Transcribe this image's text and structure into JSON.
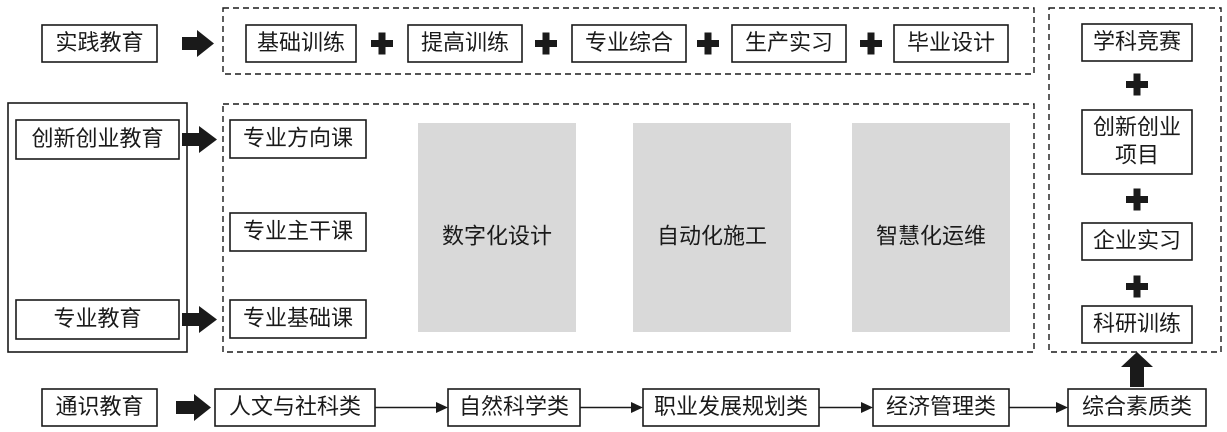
{
  "practice": {
    "label": "实践教育",
    "items": [
      "基础训练",
      "提高训练",
      "专业综合",
      "生产实习",
      "毕业设计"
    ]
  },
  "innovation": {
    "label": "创新创业教育"
  },
  "professional": {
    "label": "专业教育",
    "courses": [
      "专业方向课",
      "专业主干课",
      "专业基础课"
    ],
    "blocks": [
      "数字化设计",
      "自动化施工",
      "智慧化运维"
    ]
  },
  "general": {
    "label": "通识教育",
    "items": [
      "人文与社科类",
      "自然科学类",
      "职业发展规划类",
      "经济管理类",
      "综合素质类"
    ]
  },
  "right_column": {
    "items": [
      "学科竞赛",
      "创新创业|项目",
      "企业实习",
      "科研训练"
    ]
  }
}
